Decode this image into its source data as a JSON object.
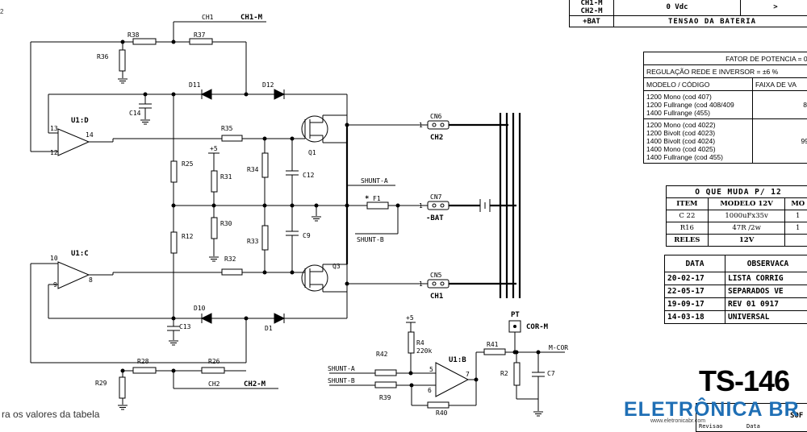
{
  "corner_mark": "2",
  "footnote": "ra os valores da tabela",
  "nets": {
    "ch1": "CH1",
    "ch1_m": "CH1-M",
    "ch2": "CH2",
    "ch2_m": "CH2-M",
    "ch2_out": "CH2",
    "bat": "-BAT",
    "ch1_out": "CH1",
    "shunt_a": "SHUNT-A",
    "shunt_b": "SHUNT-B",
    "shunt_a_in": "SHUNT-A",
    "shunt_b_in": "SHUNT-B",
    "m_cor": "M-COR",
    "cor_m": "COR-M",
    "pt": "PT",
    "plus5_a": "+5",
    "plus5_b": "+5",
    "star": "*"
  },
  "components": {
    "u1d": "U1:D",
    "u1c": "U1:C",
    "u1b": "U1:B",
    "pin13": "13",
    "pin12": "12",
    "pin14": "14",
    "pin10": "10",
    "pin9": "9",
    "pin8": "8",
    "pin5": "5",
    "pin6": "6",
    "pin7": "7",
    "r36": "R36",
    "r38": "R38",
    "r37": "R37",
    "c14": "C14",
    "d11": "D11",
    "d12": "D12",
    "r35": "R35",
    "q1": "Q1",
    "r25": "R25",
    "r31": "R31",
    "r34": "R34",
    "c12": "C12",
    "r30": "R30",
    "r12": "R12",
    "r32": "R32",
    "r33": "R33",
    "c9": "C9",
    "q3": "Q3",
    "d10": "D10",
    "d1": "D1",
    "c13": "C13",
    "r28": "R28",
    "r29": "R29",
    "r26": "R26",
    "cn6": "CN6",
    "cn7": "CN7",
    "cn5": "CN5",
    "f1": "F1",
    "r4": "R4",
    "r4_val": "220k",
    "r42": "R42",
    "r39": "R39",
    "r40": "R40",
    "r41": "R41",
    "r2": "R2",
    "c7": "C7",
    "cn_pin1a": "1",
    "cn_pin1b": "1",
    "cn_pin1c": "1"
  },
  "table_top": {
    "rows": [
      {
        "label": "CH1-M\nCH2-M",
        "value": "0 Vdc",
        "extra": ">"
      },
      {
        "label": "+BAT",
        "value": "TENSAO DA BATERIA"
      }
    ]
  },
  "table_model": {
    "fator": "FATOR DE POTENCIA  =  0.",
    "regulacao": "REGULAÇÃO REDE E INVERSOR = ±6 %",
    "header_model": "MODELO / CÓDIGO",
    "header_range": "FAIXA DE VA",
    "group1": [
      "1200 Mono (cod 407)",
      "1200 Fullrange (cod 408/409",
      "1400 Fullrange (455)"
    ],
    "group1_val": "8",
    "group2": [
      "1200 Mono (cod 4022)",
      "1200 Bivolt (cod 4023)",
      "1400 Bivolt (cod 4024)",
      "1400 Mono (cod 4025)",
      "1400 Fullrange (cod 455)"
    ],
    "group2_val": "99"
  },
  "table_changes": {
    "title": "O QUE MUDA P/ 12",
    "headers": [
      "ITEM",
      "MODELO 12V",
      "MO"
    ],
    "rows": [
      [
        "C 22",
        "1000uFx35v",
        "1"
      ],
      [
        "R16",
        "47R /2w",
        "1"
      ],
      [
        "RELES",
        "12V",
        ""
      ]
    ]
  },
  "table_obs": {
    "headers": [
      "DATA",
      "OBSERVACA"
    ],
    "rows": [
      [
        "20-02-17",
        "LISTA CORRIG"
      ],
      [
        "22-05-17",
        "SEPARADOS VE"
      ],
      [
        "19-09-17",
        "REV 01 0917"
      ],
      [
        "14-03-18",
        "UNIVERSAL"
      ]
    ]
  },
  "title_block": {
    "number": "TS-146",
    "cells": [
      "Revisao",
      "Data",
      "SOF"
    ]
  },
  "watermark": {
    "text": "ELETRÔNICA BR",
    "url": "www.eletronicabr.com"
  }
}
